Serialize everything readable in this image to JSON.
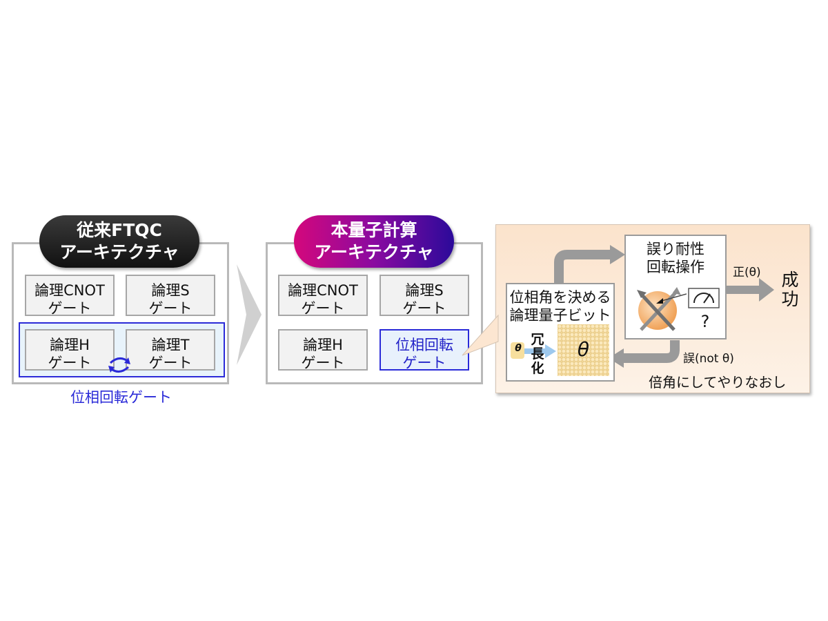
{
  "conventional": {
    "title_line1": "従来FTQC",
    "title_line2": "アーキテクチャ",
    "gates": [
      {
        "line1": "論理CNOT",
        "line2": "ゲート"
      },
      {
        "line1": "論理S",
        "line2": "ゲート"
      },
      {
        "line1": "論理H",
        "line2": "ゲート"
      },
      {
        "line1": "論理T",
        "line2": "ゲート"
      }
    ],
    "group_label": "位相回転ゲート"
  },
  "proposed": {
    "title_line1": "本量子計算",
    "title_line2": "アーキテクチャ",
    "gates": [
      {
        "line1": "論理CNOT",
        "line2": "ゲート"
      },
      {
        "line1": "論理S",
        "line2": "ゲート"
      },
      {
        "line1": "論理H",
        "line2": "ゲート"
      },
      {
        "line1": "位相回転",
        "line2": "ゲート"
      }
    ]
  },
  "detail": {
    "phase_box_line1": "位相角を決める",
    "phase_box_line2": "論理量子ビット",
    "small_theta": "θ",
    "redundancy_label": [
      "冗",
      "長",
      "化"
    ],
    "big_theta": "θ",
    "op_line1": "誤り耐性",
    "op_line2": "回転操作",
    "question": "?",
    "correct_label": "正(θ)",
    "success_line1": "成",
    "success_line2": "功",
    "error_label": "誤(not θ)",
    "retry_label": "倍角にしてやりなおし"
  },
  "colors": {
    "blue": "#2a2ad8",
    "peach": "#fbe3cc",
    "gray_arrow": "#9a9a9a",
    "magenta": "#d4087c",
    "indigo": "#2b0a9a"
  }
}
